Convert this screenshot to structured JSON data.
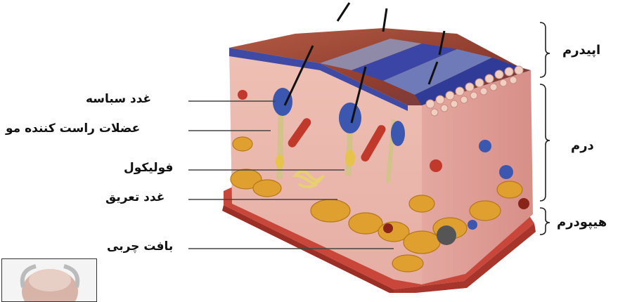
{
  "labels_left": [
    {
      "key": "sebaceous",
      "text": "غدد سباسه"
    },
    {
      "key": "muscles",
      "text": "عضلات راست کننده مو"
    },
    {
      "key": "follicle",
      "text": "فولیکول"
    },
    {
      "key": "sweat",
      "text": "غدد تعریق"
    },
    {
      "key": "fat",
      "text": "بافت چربی"
    }
  ],
  "labels_right": [
    {
      "key": "epidermis",
      "text": "اپیدرم"
    },
    {
      "key": "dermis",
      "text": "درم"
    },
    {
      "key": "hypodermis",
      "text": "هیپودرم"
    }
  ],
  "colors": {
    "epidermis_top": "#a8503c",
    "stripe_gray": "#8e8aa8",
    "stripe_blue": "#3a45a6",
    "dermis": "#e9b7ad",
    "fat": "#e0a030",
    "gland_blue": "#3c57b0",
    "muscle_red": "#c0392b",
    "base_red": "#c8473a"
  }
}
